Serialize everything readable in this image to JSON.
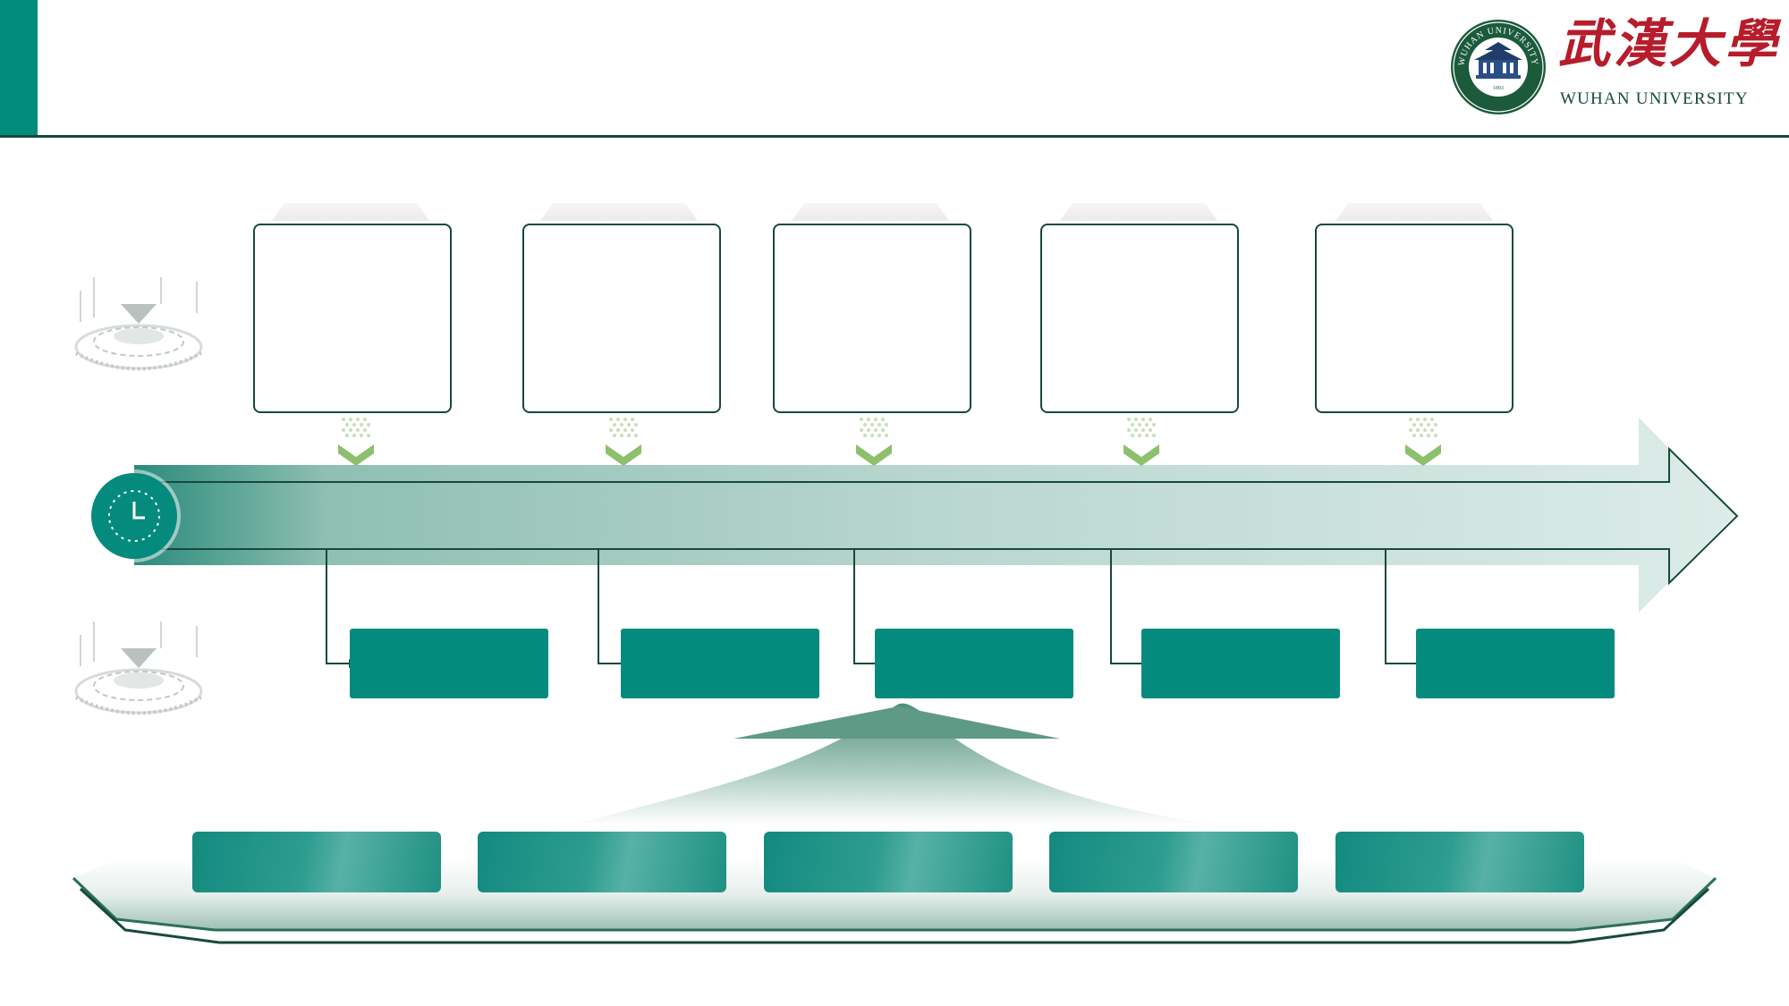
{
  "header": {
    "logo_title": "武漢大學",
    "logo_subtitle": "WUHAN UNIVERSITY",
    "seal_text_top": "WUHAN UNIVERSITY",
    "seal_year": "1893",
    "seal_text_bottom": "武漢大學"
  },
  "colors": {
    "accent_teal": "#008b7d",
    "dark_green": "#17493b",
    "chevron_green": "#8cc06d",
    "logo_red": "#b71c2b"
  },
  "icons": {
    "timeline_start": "clock-icon",
    "side_top": "hologram-platform-icon",
    "side_bottom": "hologram-platform-icon",
    "connectors": "chevron-down-icon"
  },
  "timeline": {
    "top_cards": [
      "",
      "",
      "",
      "",
      ""
    ],
    "bottom_boxes": [
      "",
      "",
      "",
      "",
      ""
    ]
  },
  "base_boxes": [
    "",
    "",
    "",
    "",
    ""
  ]
}
